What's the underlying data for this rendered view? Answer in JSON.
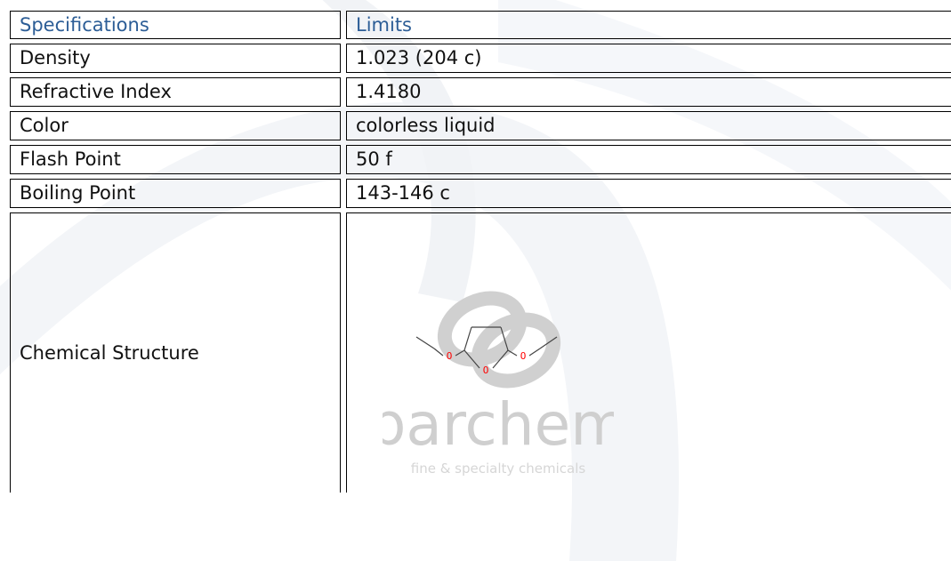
{
  "table": {
    "header": {
      "col1": "Specifications",
      "col2": "Limits"
    },
    "rows": [
      {
        "spec": "Density",
        "limit": "1.023 (204 c)"
      },
      {
        "spec": "Refractive Index",
        "limit": "1.4180"
      },
      {
        "spec": "Color",
        "limit": "colorless liquid"
      },
      {
        "spec": "Flash Point",
        "limit": "50 f"
      },
      {
        "spec": "Boiling Point",
        "limit": "143-146 c"
      }
    ],
    "structure_label": "Chemical Structure"
  },
  "molecule": {
    "oxygen_label_left": "O",
    "oxygen_label_ring": "O",
    "oxygen_label_right": "O"
  },
  "watermark": {
    "brand": "parchem",
    "tagline": "fine & specialty chemicals"
  },
  "colors": {
    "header_text": "#2c5d96",
    "border": "#000000",
    "oxygen": "#ff0000",
    "watermark": "#c8c8c8"
  }
}
